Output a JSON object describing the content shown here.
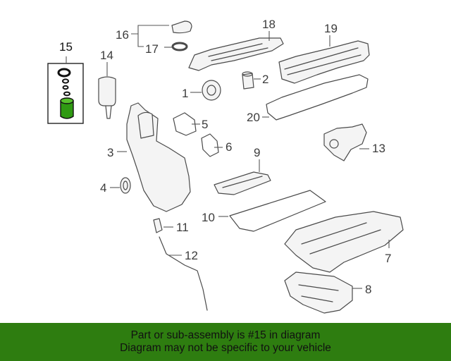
{
  "callouts": {
    "c1": "1",
    "c2": "2",
    "c3": "3",
    "c4": "4",
    "c5": "5",
    "c6": "6",
    "c7": "7",
    "c8": "8",
    "c9": "9",
    "c10": "10",
    "c11": "11",
    "c12": "12",
    "c13": "13",
    "c14": "14",
    "c15": "15",
    "c16": "16",
    "c17": "17",
    "c18": "18",
    "c19": "19",
    "c20": "20"
  },
  "banner": {
    "line1": "Part or sub-assembly is #15 in diagram",
    "line2": "Diagram may not be specific to your vehicle"
  },
  "colors": {
    "banner_bg": "#2e7d10",
    "highlight_part": "#2f9a12"
  }
}
